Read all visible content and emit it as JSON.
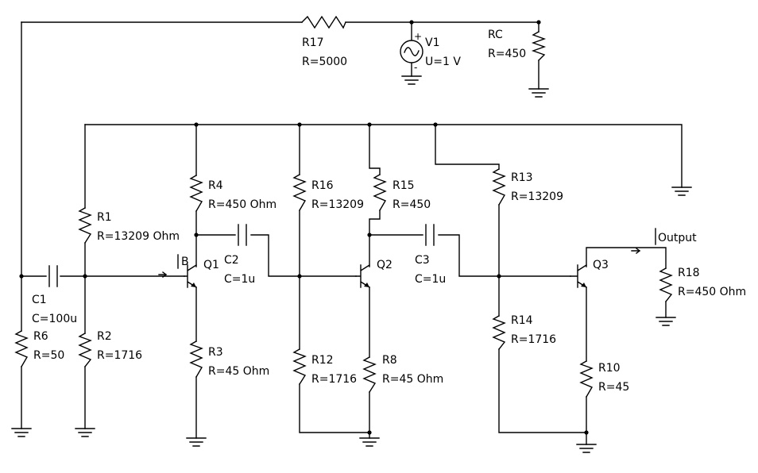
{
  "components": {
    "R17": {
      "name": "R17",
      "value": "R=5000"
    },
    "RC": {
      "name": "RC",
      "value": "R=450"
    },
    "V1": {
      "name": "V1",
      "value": "U=1 V",
      "plus": "+",
      "minus": "-"
    },
    "R1": {
      "name": "R1",
      "value": "R=13209 Ohm"
    },
    "R2": {
      "name": "R2",
      "value": "R=1716"
    },
    "R6": {
      "name": "R6",
      "value": "R=50"
    },
    "C1": {
      "name": "C1",
      "value": "C=100u"
    },
    "R4": {
      "name": "R4",
      "value": "R=450 Ohm"
    },
    "R3": {
      "name": "R3",
      "value": "R=45 Ohm"
    },
    "Q1": {
      "name": "Q1",
      "pin": "B"
    },
    "C2": {
      "name": "C2",
      "value": "C=1u"
    },
    "R16": {
      "name": "R16",
      "value": "R=13209"
    },
    "R12": {
      "name": "R12",
      "value": "R=1716"
    },
    "R15": {
      "name": "R15",
      "value": "R=450"
    },
    "R8": {
      "name": "R8",
      "value": "R=45 Ohm"
    },
    "Q2": {
      "name": "Q2"
    },
    "C3": {
      "name": "C3",
      "value": "C=1u"
    },
    "R13": {
      "name": "R13",
      "value": "R=13209"
    },
    "R14": {
      "name": "R14",
      "value": "R=1716"
    },
    "Q3": {
      "name": "Q3"
    },
    "R10": {
      "name": "R10",
      "value": "R=45"
    },
    "R18": {
      "name": "R18",
      "value": "R=450 Ohm"
    }
  },
  "probes": {
    "output": "Output"
  }
}
